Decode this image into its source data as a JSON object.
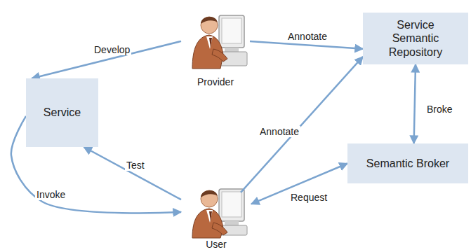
{
  "diagram": {
    "nodes": [
      {
        "text": [
          "Provider"
        ]
      },
      {
        "text": [
          "Service Semantic Repository"
        ]
      },
      {
        "text": [
          "Service"
        ]
      },
      {
        "text": [
          "Semantic Broker"
        ]
      },
      {
        "text": [
          "User"
        ]
      }
    ],
    "edges": [
      {
        "from": 0,
        "to": 2,
        "label": "Develop",
        "arrow": "to"
      },
      {
        "from": 0,
        "to": 1,
        "label": "Annotate",
        "arrow": "to"
      },
      {
        "from": 1,
        "to": 3,
        "label": "Broke",
        "arrow": "both"
      },
      {
        "from": 4,
        "to": 2,
        "label": "Test",
        "arrow": "to"
      },
      {
        "from": 2,
        "to": 4,
        "label": "Invoke",
        "arrow": "to"
      },
      {
        "from": 4,
        "to": 1,
        "label": "Annotate",
        "arrow": "to"
      },
      {
        "from": 4,
        "to": 3,
        "label": "Request",
        "arrow": "both"
      }
    ]
  }
}
